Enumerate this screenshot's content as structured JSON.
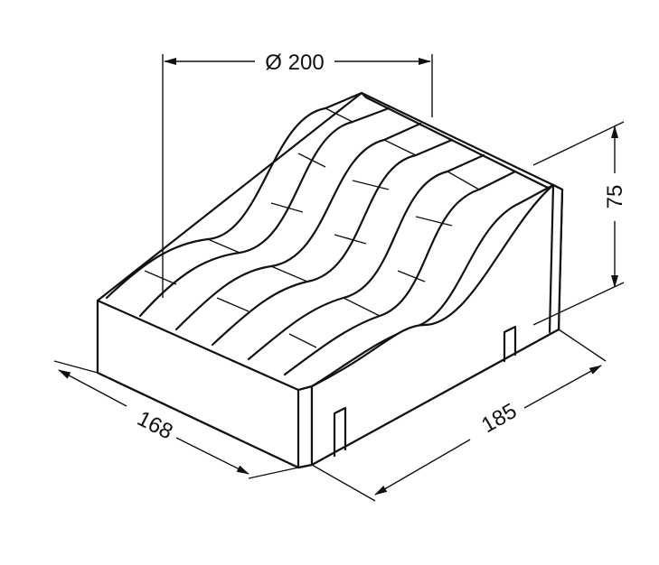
{
  "drawing": {
    "dimensions": {
      "diameter": "Ø 200",
      "height": "75",
      "depth": "168",
      "width": "185"
    }
  }
}
